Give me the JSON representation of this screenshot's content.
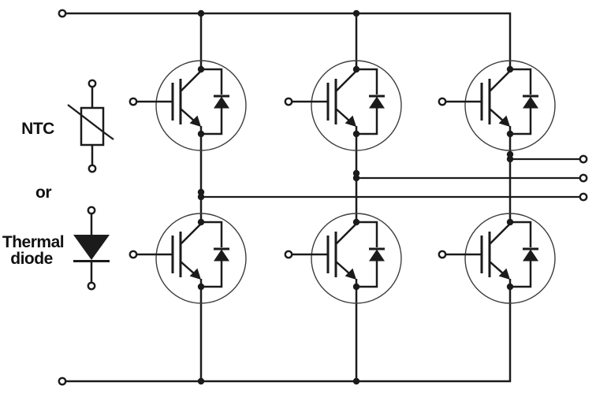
{
  "figure": {
    "type": "circuit-schematic",
    "subject": "three-phase IGBT bridge (six IGBT modules with anti-parallel diodes) with temperature sensor option",
    "background": "#ffffff"
  },
  "labels": {
    "ntc": "NTC",
    "or": "or",
    "thermal_diode": [
      "Thermal",
      "diode"
    ]
  },
  "colors": {
    "wire": "#1b1b1b",
    "module_outline": "#3c3c3c",
    "symbol_fill": "#1b1b1b",
    "background": "#ffffff"
  },
  "symbols": {
    "igbt_module": "igbt-with-antiparallel-diode-in-circle",
    "igbt_module_count": 6,
    "ntc_symbol": "thermistor-rectangle-with-diagonal-strike",
    "thermal_diode_symbol": "filled-diode-triangle-with-cathode-bar",
    "terminal_marker": "open-circle",
    "junction_marker": "filled-dot"
  },
  "terminals": {
    "dc_bus": [
      "top-left-terminal",
      "bottom-left-terminal"
    ],
    "gate_terminals": 6,
    "phase_outputs": 3,
    "sensor_terminals": 4
  }
}
